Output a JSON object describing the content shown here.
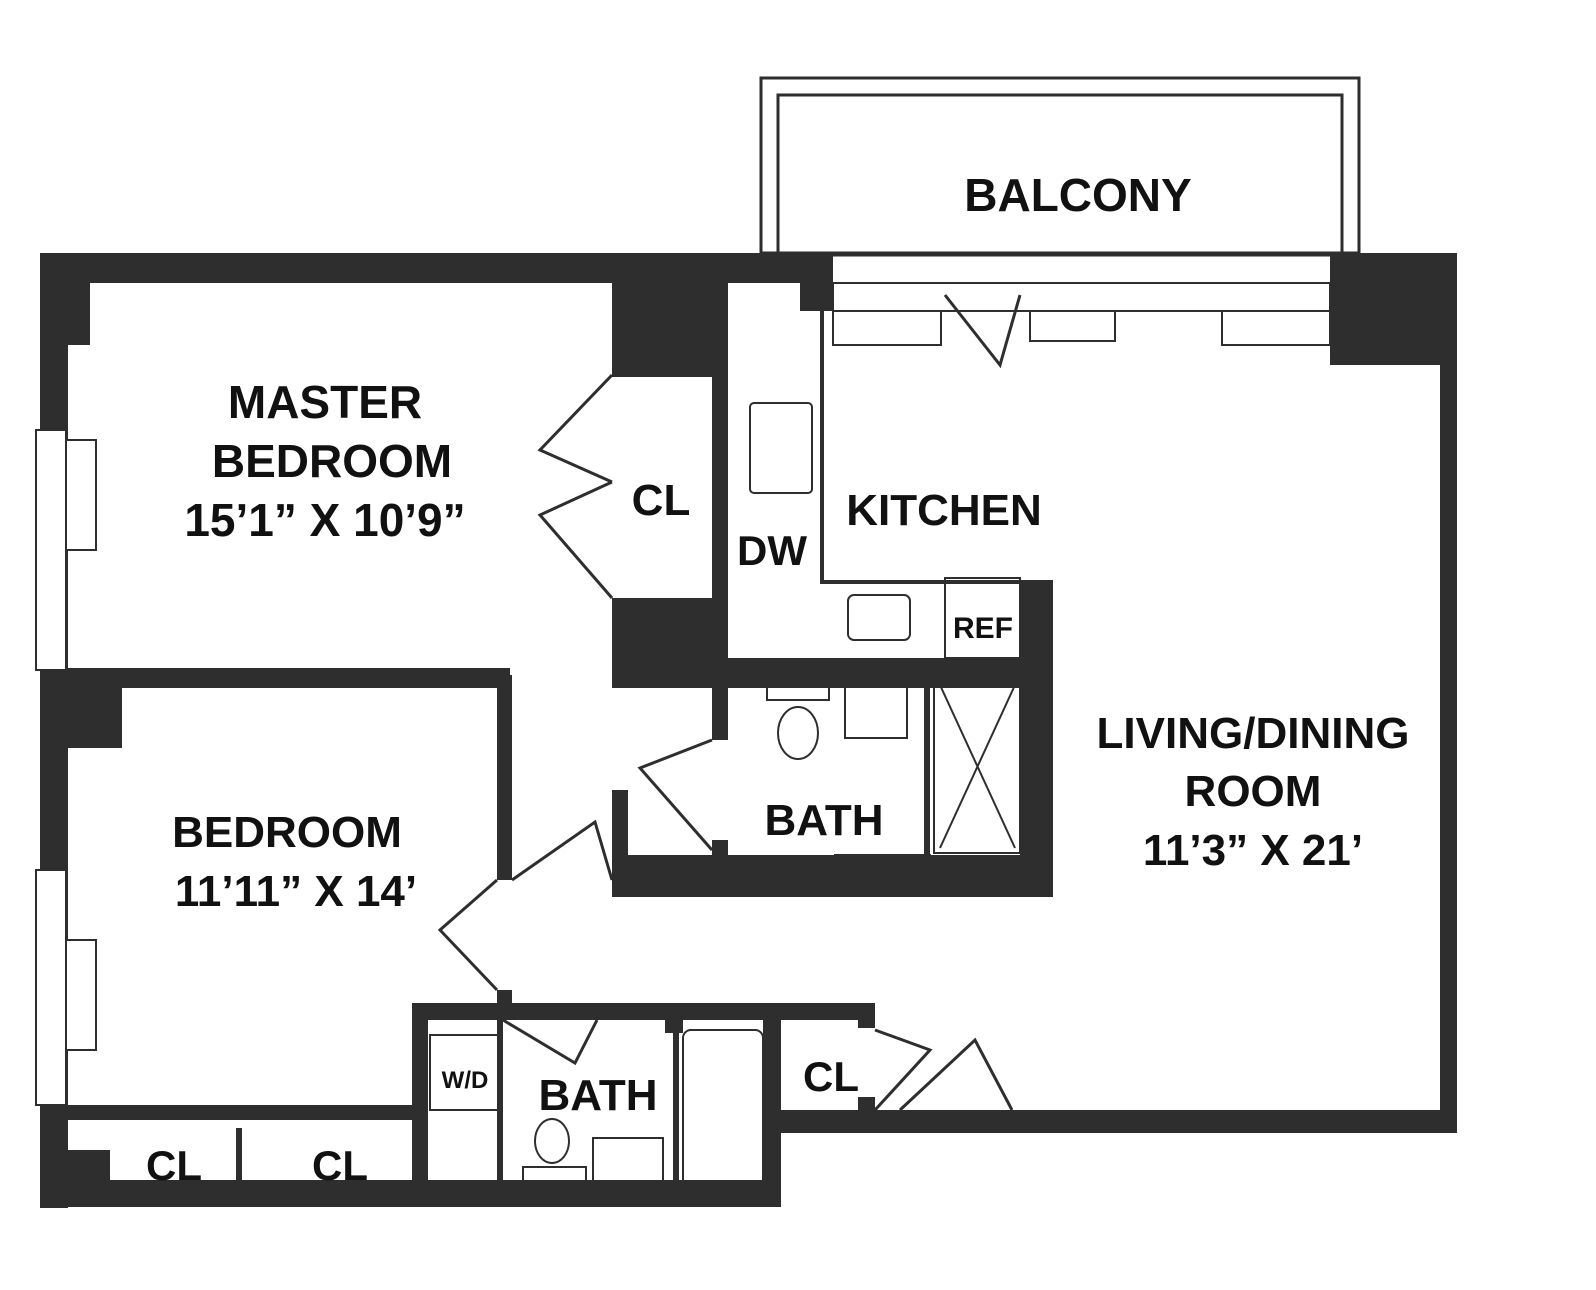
{
  "plan": {
    "balcony": "BALCONY",
    "master_bedroom": {
      "line1": "MASTER",
      "line2": "BEDROOM",
      "dims": "15’1” X 10’9”"
    },
    "master_closet": "CL",
    "dishwasher": "DW",
    "kitchen": "KITCHEN",
    "refrigerator": "REF",
    "living_dining": {
      "line1": "LIVING/DINING",
      "line2": "ROOM",
      "dims": "11’3” X 21’"
    },
    "master_bath": "BATH",
    "bedroom": {
      "line1": "BEDROOM",
      "dims": "11’11” X 14’"
    },
    "hall_bath": "BATH",
    "washer_dryer": "W/D",
    "entry_closet": "CL",
    "bedroom_closet_1": "CL",
    "bedroom_closet_2": "CL"
  },
  "colors": {
    "wall": "#2e2e2e",
    "background": "#ffffff"
  }
}
